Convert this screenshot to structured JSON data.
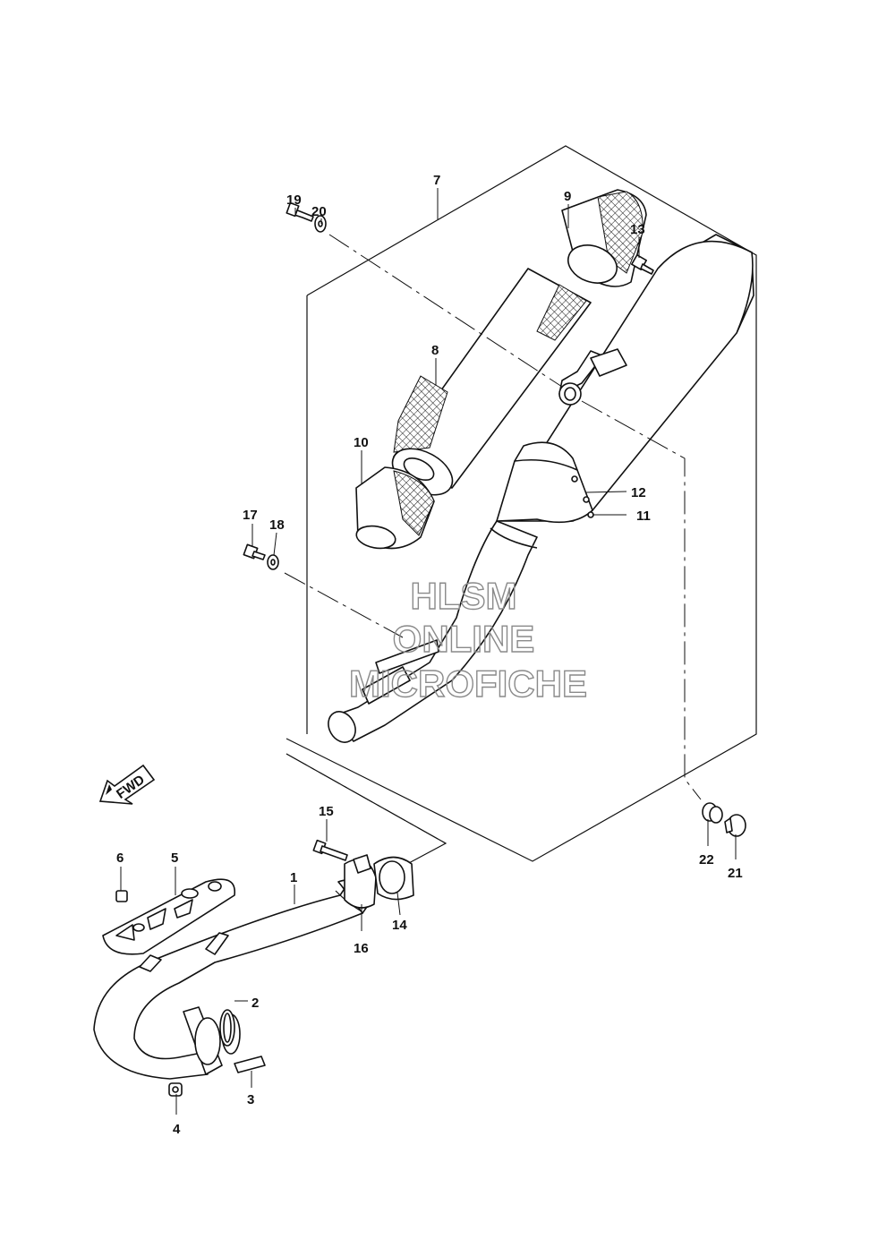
{
  "callouts": {
    "c1": "1",
    "c2": "2",
    "c3": "3",
    "c4": "4",
    "c5": "5",
    "c6": "6",
    "c7": "7",
    "c8": "8",
    "c9": "9",
    "c10": "10",
    "c11": "11",
    "c12": "12",
    "c13": "13",
    "c14": "14",
    "c15": "15",
    "c16": "16",
    "c17": "17",
    "c18": "18",
    "c19": "19",
    "c20": "20",
    "c21": "21",
    "c22": "22"
  },
  "direction_arrow": {
    "label": "FWD"
  },
  "watermark": {
    "line1": "HLSM",
    "line2": "ONLINE",
    "line3": "MICROFICHE"
  },
  "colors": {
    "ink": "#111111",
    "watermark": "#8a8a8a",
    "background": "#ffffff"
  }
}
